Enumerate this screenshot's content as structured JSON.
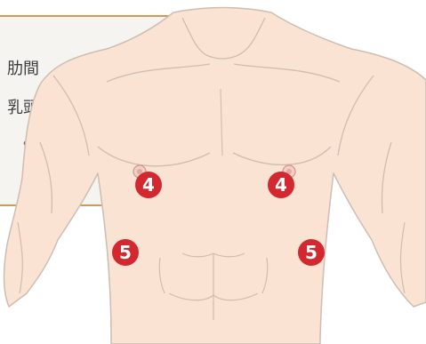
{
  "card": {
    "line1": "肋間",
    "line2": "乳頭",
    "line3": "。"
  },
  "markers": {
    "left_upper": "4",
    "right_upper": "4",
    "left_lower": "5",
    "right_lower": "5"
  },
  "colors": {
    "skin": "#fbe3d3",
    "outline": "#cdbdb2",
    "marker": "#d3282f",
    "accent_line": "#d49a55",
    "card_bg": "#f5f4f1"
  }
}
